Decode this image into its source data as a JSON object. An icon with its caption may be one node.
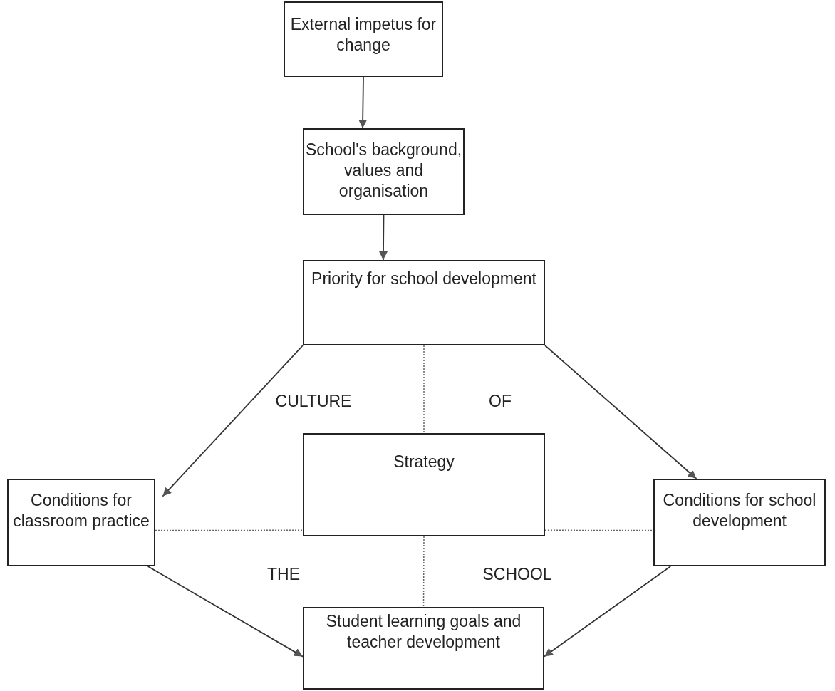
{
  "diagram": {
    "nodes": [
      {
        "text": [
          "External impetus for change"
        ]
      },
      {
        "text": [
          "School's background, values and organisation"
        ]
      },
      {
        "text": [
          "Priority for school development"
        ]
      },
      {
        "text": [
          "Strategy"
        ]
      },
      {
        "text": [
          "Conditions for classroom practice"
        ]
      },
      {
        "text": [
          "Conditions for school development"
        ]
      },
      {
        "text": [
          "Student learning goals and teacher development"
        ]
      }
    ],
    "edges": [
      {
        "from": 0,
        "to": 1,
        "arrow": "to"
      },
      {
        "from": 1,
        "to": 2,
        "arrow": "to"
      },
      {
        "from": 2,
        "to": 4,
        "arrow": "to"
      },
      {
        "from": 2,
        "to": 5,
        "arrow": "to"
      },
      {
        "from": 4,
        "to": 6,
        "arrow": "to"
      },
      {
        "from": 5,
        "to": 6,
        "arrow": "to"
      },
      {
        "from": 2,
        "to": 3,
        "arrow": "none",
        "style": "dashed"
      },
      {
        "from": 3,
        "to": 6,
        "arrow": "none",
        "style": "dashed"
      },
      {
        "from": 4,
        "to": 3,
        "arrow": "none",
        "style": "dashed"
      },
      {
        "from": 3,
        "to": 5,
        "arrow": "none",
        "style": "dashed"
      }
    ],
    "labels": [
      "CULTURE",
      "OF",
      "THE",
      "SCHOOL"
    ]
  }
}
